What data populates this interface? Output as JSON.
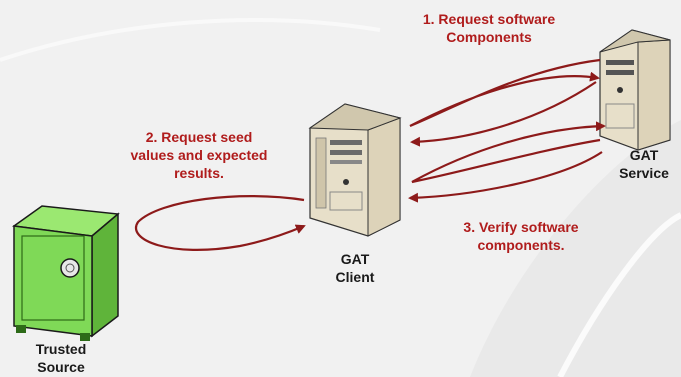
{
  "nodes": {
    "client": {
      "line1": "GAT",
      "line2": "Client"
    },
    "service": {
      "line1": "GAT",
      "line2": "Service"
    },
    "source": {
      "line1": "Trusted",
      "line2": "Source"
    }
  },
  "steps": [
    {
      "line1": "1. Request software",
      "line2": "Components"
    },
    {
      "line1": "2. Request seed",
      "line2": "values and expected",
      "line3": "results."
    },
    {
      "line1": "3. Verify software",
      "line2": "components."
    }
  ],
  "colors": {
    "arrow": "#8d1a1a",
    "label": "#b01c1c",
    "safe": "#7fd957",
    "server": "#e7dfc9"
  },
  "icons": [
    "server-icon",
    "safe-icon"
  ]
}
